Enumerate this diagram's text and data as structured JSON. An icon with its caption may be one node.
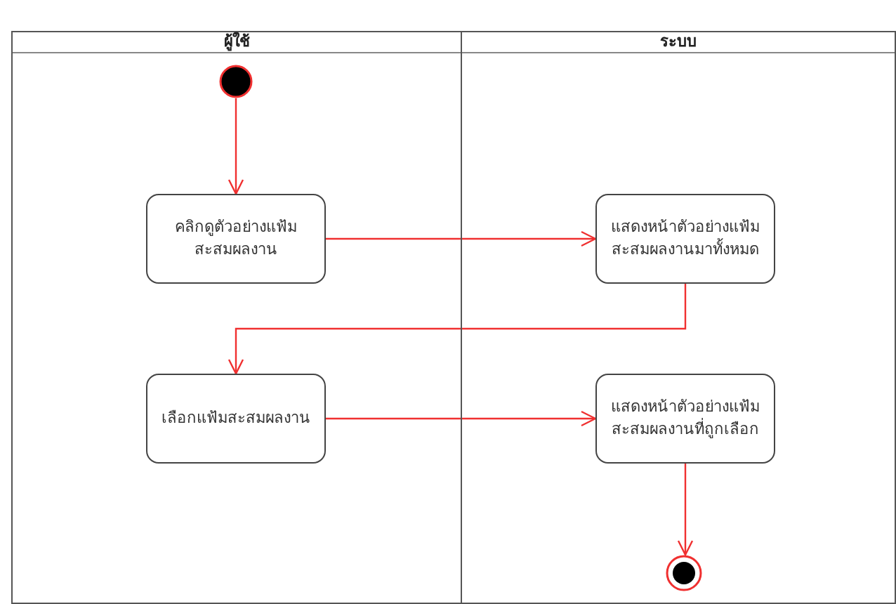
{
  "diagram": {
    "nodes": [
      {
        "text": [
          "ผู้ใช้"
        ]
      },
      {
        "text": [
          "ระบบ"
        ]
      },
      {
        "text": [],
        "shape": "circle",
        "in": 0
      },
      {
        "text": [
          "คลิกดูตัวอย่างแฟ้มสะสมผลงาน"
        ],
        "in": 0
      },
      {
        "text": [
          "แสดงหน้าตัวอย่างแฟ้มสะสมผลงานมาทั้งหมด"
        ],
        "in": 1
      },
      {
        "text": [
          "เลือกแฟ้มสะสมผลงาน"
        ],
        "in": 0
      },
      {
        "text": [
          "แสดงหน้าตัวอย่างแฟ้มสะสมผลงานที่ถูกเลือก"
        ],
        "in": 1
      },
      {
        "text": [],
        "shape": "circle",
        "in": 1
      }
    ],
    "edges": [
      {
        "from": 2,
        "to": 3,
        "arrow": "to"
      },
      {
        "from": 3,
        "to": 4,
        "arrow": "to"
      },
      {
        "from": 4,
        "to": 5,
        "arrow": "to"
      },
      {
        "from": 5,
        "to": 6,
        "arrow": "to"
      },
      {
        "from": 6,
        "to": 7,
        "arrow": "to"
      }
    ]
  }
}
